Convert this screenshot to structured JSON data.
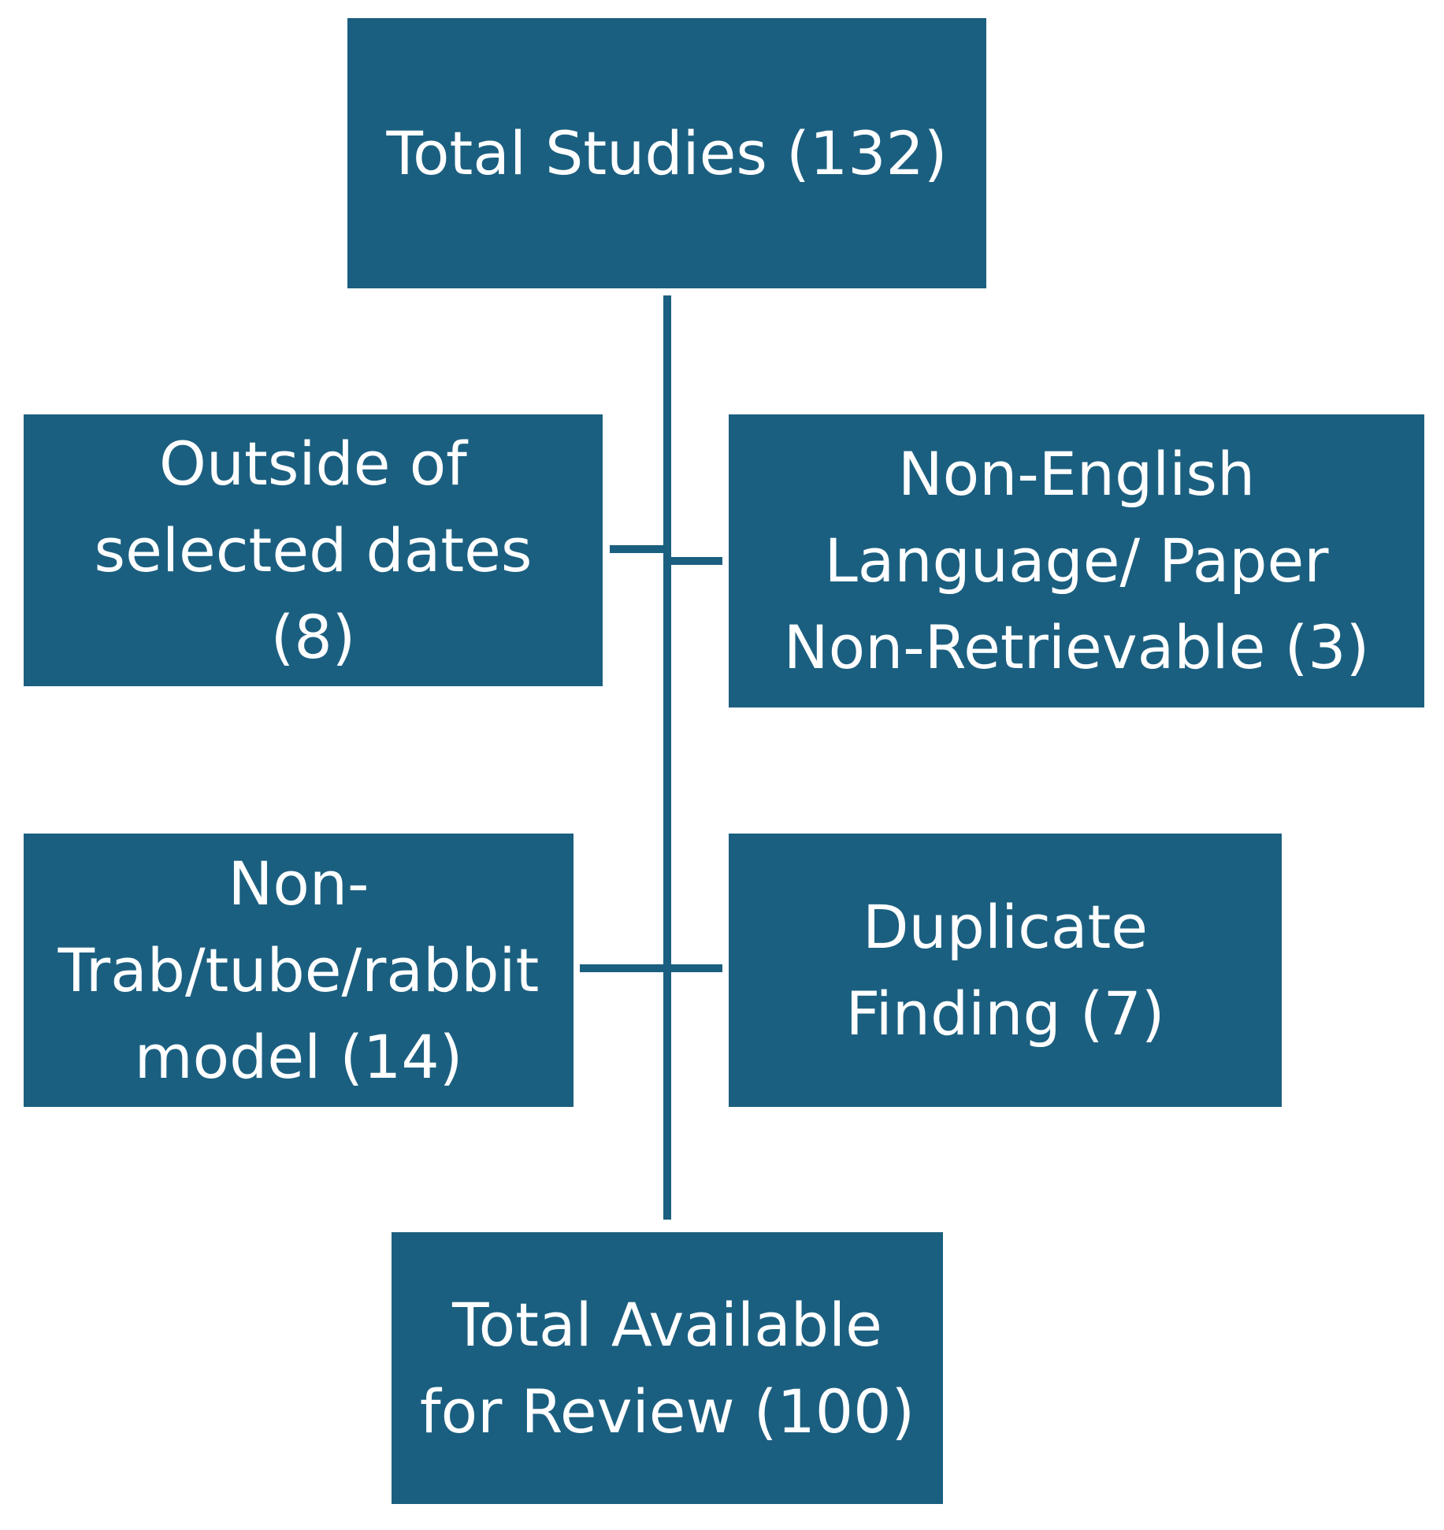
{
  "diagram": {
    "colors": {
      "box_fill": "#1b5f80",
      "box_text": "#ffffff",
      "connector": "#1b5f80",
      "background": "#ffffff"
    },
    "boxes": {
      "total_studies": {
        "lines": [
          "Total Studies (132)"
        ]
      },
      "outside_dates": {
        "lines": [
          "Outside of",
          "selected dates",
          "(8)"
        ]
      },
      "non_english": {
        "lines": [
          "Non-English",
          "Language/ Paper",
          "Non-Retrievable (3)"
        ]
      },
      "non_trab": {
        "lines": [
          "Non-",
          "Trab/tube/rabbit",
          "model (14)"
        ]
      },
      "duplicate": {
        "lines": [
          "Duplicate",
          "Finding (7)"
        ]
      },
      "total_available": {
        "lines": [
          "Total Available",
          "for Review (100)"
        ]
      }
    }
  }
}
